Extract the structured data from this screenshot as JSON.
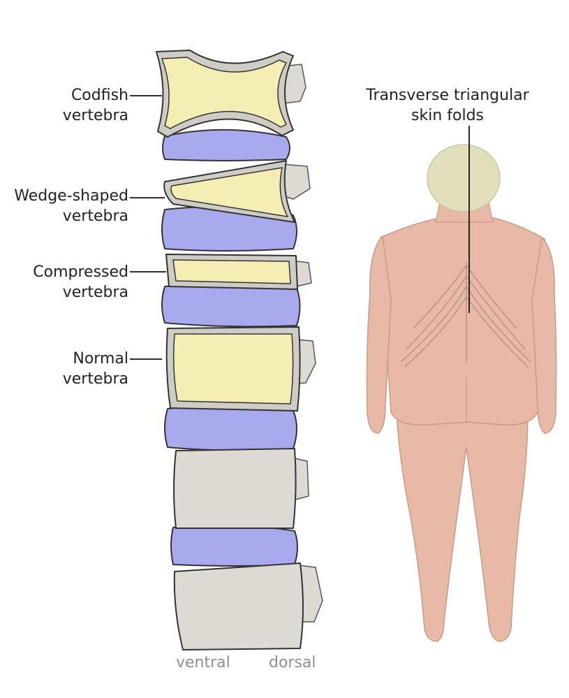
{
  "labels": {
    "codfish": [
      "Codfish",
      "vertebra"
    ],
    "wedge": [
      "Wedge-shaped",
      "vertebra"
    ],
    "compressed": [
      "Compressed",
      "vertebra"
    ],
    "normal": [
      "Normal",
      "vertebra"
    ],
    "skin_folds": [
      "Transverse triangular",
      "skin folds"
    ]
  },
  "orientation": {
    "ventral": "ventral",
    "dorsal": "dorsal"
  },
  "colors": {
    "vertebra_fill": "#f4eeb4",
    "cortex": "#cfccc5",
    "disc": "#a9aaee",
    "bone_grey": "#dcdad3",
    "skin": "#e8b9a6",
    "hair": "#e2e0bc",
    "outline": "#333333"
  }
}
